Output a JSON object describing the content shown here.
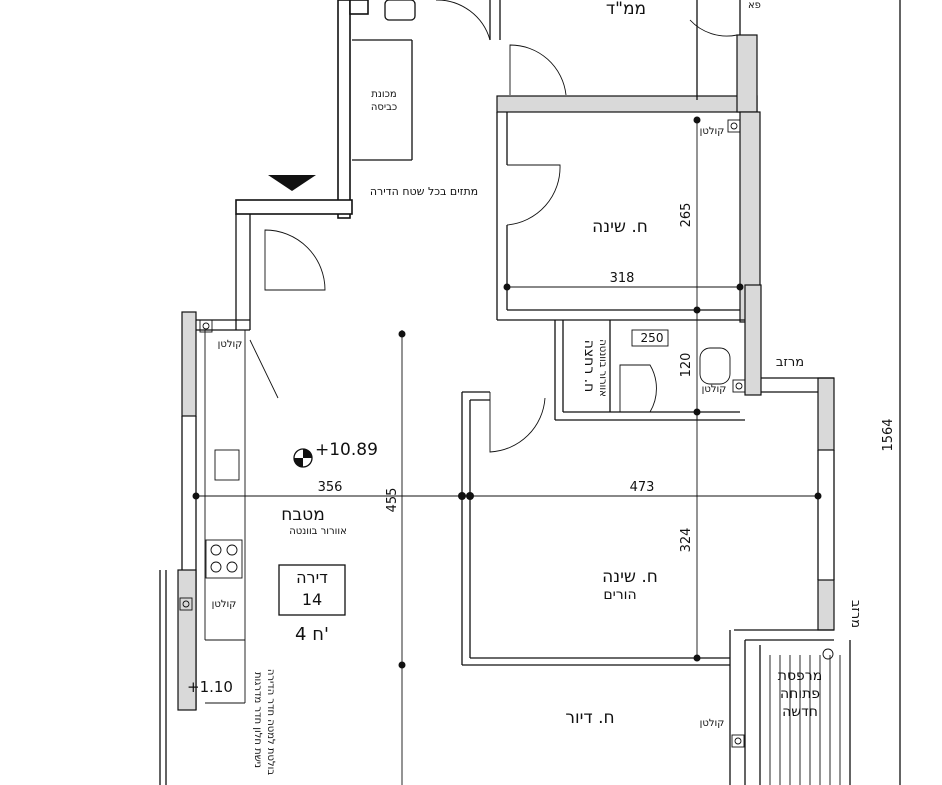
{
  "rooms": {
    "mamad": "ממ\"ד",
    "bedroom_top": "ח. שינה",
    "bedroom_parents_line1": "ח. שינה",
    "bedroom_parents_line2": "הורים",
    "kitchen": "מטבח",
    "kitchen_note": "אוורור בוונטה",
    "living": "ח. דיור",
    "bathroom_line1": "ח. רחצה",
    "bathroom_line2": "אוורור בוונטה",
    "top_corner": "פא"
  },
  "labels": {
    "sprinklers": "מתזים בכל שטח הדירה",
    "colton": "קולטן",
    "marzev": "מרזב",
    "laundry_line1": "מכונת",
    "laundry_line2": "כביסה",
    "boiler": "250",
    "left_note_line1": "נישת חלון חדר מדרגות",
    "left_note_line2": "בולטת למטה חדר הדירה",
    "right_note_line1": "מרפסת",
    "right_note_line2": "פתוחה",
    "right_note_line3": "חדשה"
  },
  "apartment": {
    "title": "דירה",
    "number": "14",
    "rooms_count": "4 ח'"
  },
  "levels": {
    "floor": "+10.89",
    "lower": "+1.10"
  },
  "dimensions": {
    "d265": "265",
    "d318": "318",
    "d120": "120",
    "d473": "473",
    "d356": "356",
    "d455": "455",
    "d324": "324",
    "d1564": "1564"
  }
}
